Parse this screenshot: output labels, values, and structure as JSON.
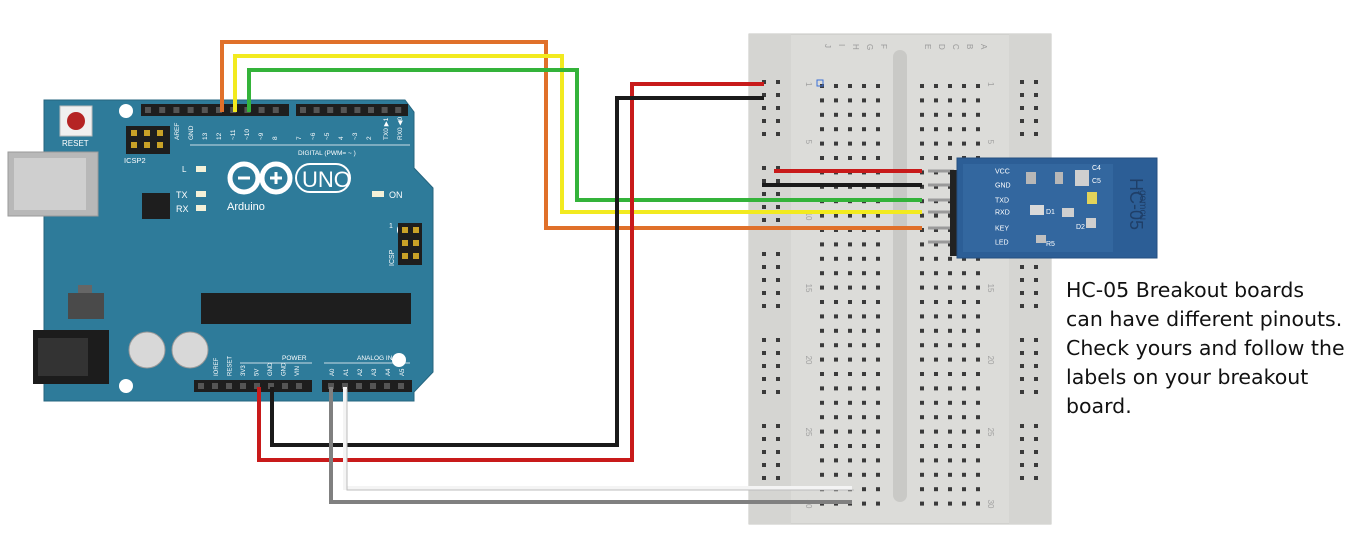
{
  "arduino": {
    "brand": "Arduino",
    "model": "UNO",
    "reset_label": "RESET",
    "icsp2_label": "ICSP2",
    "icsp_label": "ICSP",
    "icsp_pin1": "1",
    "l_label": "L",
    "tx_label": "TX",
    "rx_label": "RX",
    "on_label": "ON",
    "digital_label": "DIGITAL (PWM= ~ )",
    "power_label": "POWER",
    "analog_label": "ANALOG IN",
    "top_header_labels": [
      "AREF",
      "GND",
      "13",
      "12",
      "~11",
      "~10",
      "~9",
      "8",
      "7",
      "~6",
      "~5",
      "4",
      "~3",
      "2",
      "TX0 ▶1",
      "RX0 ◀0"
    ],
    "power_pins": [
      "IOREF",
      "RESET",
      "3V3",
      "5V",
      "GND",
      "GND",
      "VIN"
    ],
    "analog_pins": [
      "A0",
      "A1",
      "A2",
      "A3",
      "A4",
      "A5"
    ]
  },
  "breadboard": {
    "columns_left": [
      "J",
      "I",
      "H",
      "G",
      "F"
    ],
    "columns_right": [
      "E",
      "D",
      "C",
      "B",
      "A"
    ],
    "row_numbers": [
      "1",
      "5",
      "10",
      "15",
      "20",
      "25",
      "30"
    ]
  },
  "module": {
    "name": "HC-05",
    "brand_text": "gomcu",
    "pins": [
      "VCC",
      "GND",
      "TXD",
      "RXD",
      "KEY",
      "LED"
    ],
    "components": [
      "C4",
      "C5",
      "D1",
      "D2",
      "R5"
    ]
  },
  "note": {
    "lines": [
      "HC-05 Breakout boards",
      "can have different pinouts.",
      "Check yours and follow the",
      "labels on your breakout",
      "board."
    ]
  },
  "colors": {
    "board": "#2e7b9a",
    "breadboard": "#d9d9d6",
    "module": "#2c5e96",
    "wire_orange": "#e0702a",
    "wire_yellow": "#f2ea1f",
    "wire_green": "#34b33a",
    "wire_red": "#c81a1a",
    "wire_black": "#1a1a1a",
    "wire_white": "#f4f4f4",
    "wire_gray": "#808080"
  }
}
